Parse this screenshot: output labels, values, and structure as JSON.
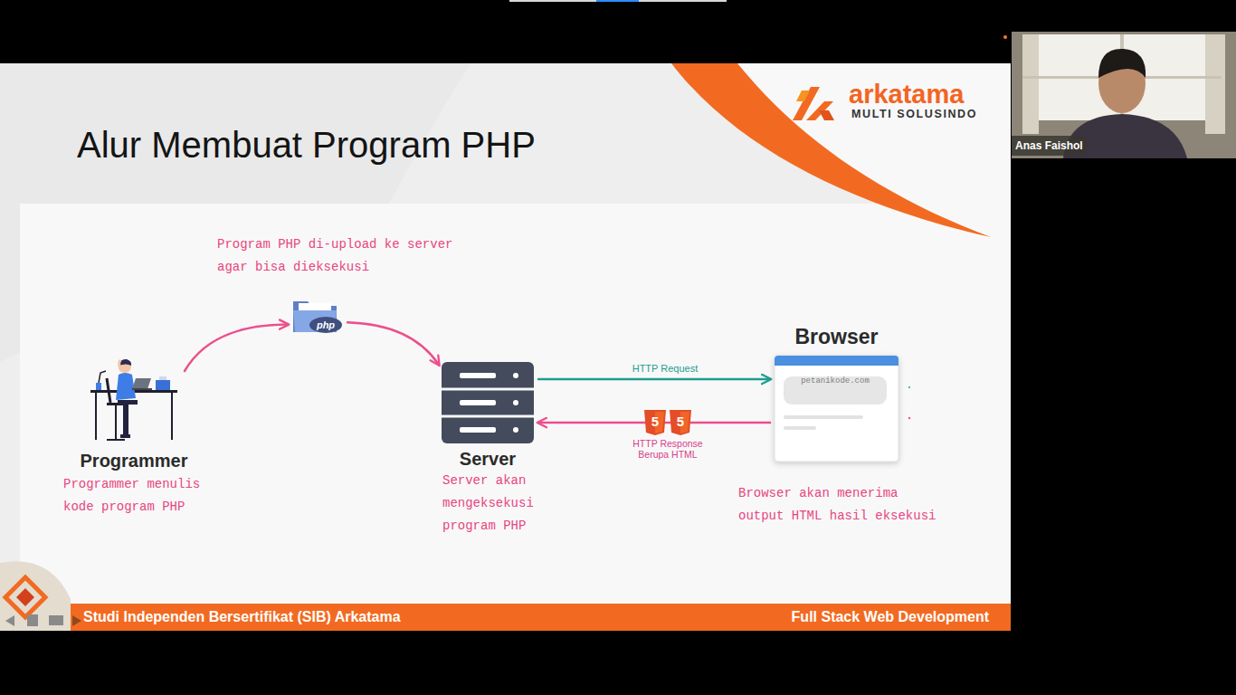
{
  "diagram": {
    "title": "Alur Membuat Program PHP",
    "nodes": [
      {
        "text": [
          "Programmer",
          "Programmer menulis kode program PHP"
        ]
      },
      {
        "text": [
          "php"
        ]
      },
      {
        "text": [
          "Server",
          "Server akan mengeksekusi program PHP"
        ]
      },
      {
        "text": [
          "Browser",
          "petanikode.com",
          "Browser akan menerima output HTML hasil eksekusi"
        ]
      }
    ],
    "edges": [
      {
        "from": 0,
        "to": 1,
        "arrow": "to"
      },
      {
        "from": 1,
        "to": 2,
        "arrow": "to"
      },
      {
        "from": 2,
        "to": 3,
        "label": "HTTP Request",
        "arrow": "to"
      },
      {
        "from": 3,
        "to": 2,
        "label": "HTTP Response Berupa HTML",
        "arrow": "to"
      }
    ],
    "labels": [
      "arkatama",
      "MULTI SOLUSINDO",
      "Program PHP di-upload ke server agar bisa dieksekusi",
      "5",
      "5",
      "Studi Independen Bersertifikat (SIB) Arkatama",
      "Full Stack Web Development",
      "Anas Faishol"
    ]
  }
}
